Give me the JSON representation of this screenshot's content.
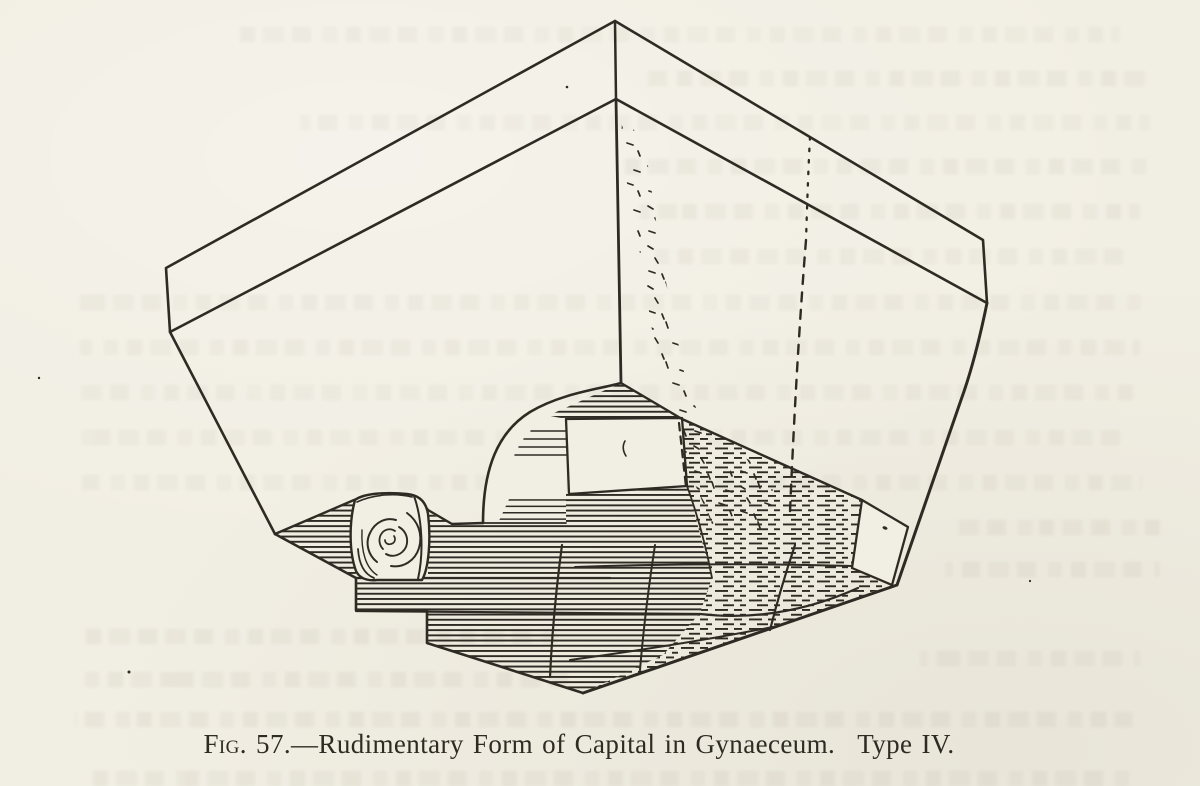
{
  "page": {
    "paper_color": "#f1eee3",
    "ink_color": "#2e2b24"
  },
  "figure": {
    "kind": "line-engraving",
    "description": "Perspective drawing of a rudimentary block capital: chevron-shaped abacus slab above a faceted bell with a spiral volute at left, hatched and stippled shading, and dashed construction lines."
  },
  "caption": {
    "fig_label": "Fig. 57.",
    "separator": "—",
    "title": "Rudimentary Form of Capital in Gynaeceum.",
    "type_label": "Type IV."
  }
}
